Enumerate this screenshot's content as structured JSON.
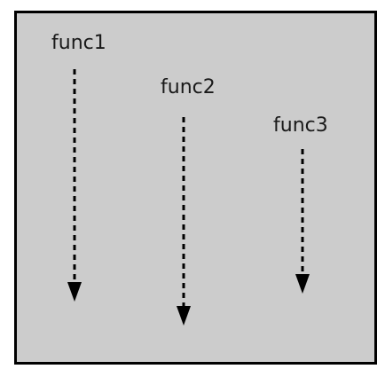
{
  "functions": [
    {
      "label": "func1"
    },
    {
      "label": "func2"
    },
    {
      "label": "func3"
    }
  ],
  "colors": {
    "background": "#cccccc",
    "border": "#000000",
    "arrow": "#000000",
    "text": "#1a1a1a"
  }
}
